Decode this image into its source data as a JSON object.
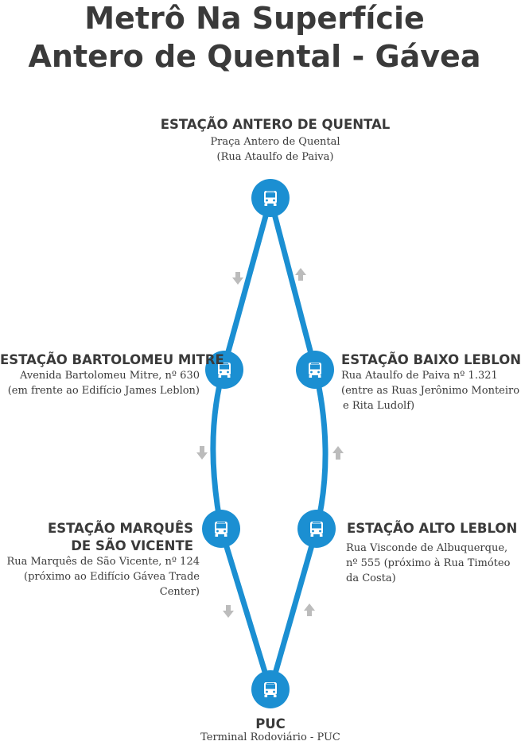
{
  "title": {
    "line1": "Metrô Na Superfície",
    "line2": "Antero de Quental - Gávea"
  },
  "colors": {
    "route": "#1b8fd2",
    "station_fill": "#1b8fd2",
    "arrow": "#bcbcbc",
    "text": "#3a3a3a"
  },
  "stations": {
    "antero": {
      "name": "ESTAÇÃO ANTERO DE QUENTAL",
      "addr1": "Praça Antero de Quental",
      "addr2": "(Rua Ataulfo de Paiva)",
      "icon": "bus-icon"
    },
    "bartolomeu": {
      "name": "ESTAÇÃO BARTOLOMEU MITRE",
      "addr1": "Avenida Bartolomeu Mitre, nº 630",
      "addr2": "(em frente ao Edifício James Leblon)",
      "icon": "bus-icon"
    },
    "baixo": {
      "name": "ESTAÇÃO BAIXO LEBLON",
      "addr1": "Rua Ataulfo de Paiva nº 1.321",
      "addr2": "(entre as Ruas Jerônimo Monteiro",
      "addr3": "e Rita Ludolf)",
      "icon": "bus-icon"
    },
    "marques": {
      "name1": "ESTAÇÃO MARQUÊS",
      "name2": "DE SÃO VICENTE",
      "addr1": "Rua Marquês de São Vicente, nº 124",
      "addr2": "(próximo ao Edifício Gávea Trade",
      "addr3": "Center)",
      "icon": "bus-icon"
    },
    "alto": {
      "name": "ESTAÇÃO ALTO LEBLON",
      "addr1": "Rua Visconde de Albuquerque,",
      "addr2": "nº 555 (próximo à Rua Timóteo",
      "addr3": "da Costa)",
      "icon": "bus-icon"
    },
    "puc": {
      "name": "PUC",
      "addr1": "Terminal Rodoviário - PUC",
      "icon": "bus-icon"
    }
  }
}
